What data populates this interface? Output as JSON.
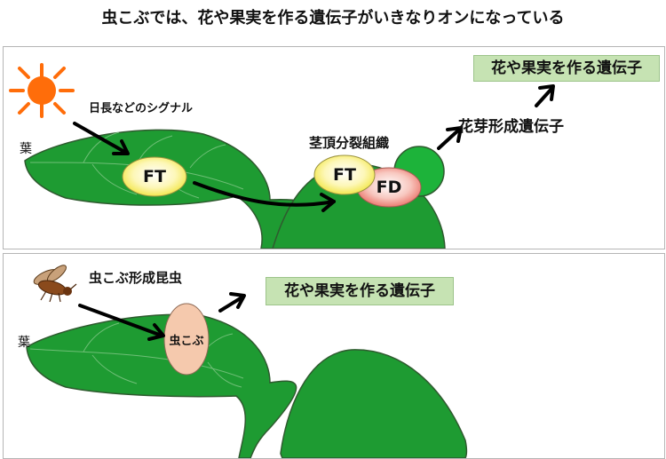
{
  "title": "虫こぶでは、花や果実を作る遺伝子がいきなりオンになっている",
  "top": {
    "leaf_label": "葉",
    "signal_label": "日長などのシグナル",
    "ft_label": "FT",
    "apex_label": "茎頂分裂組織",
    "ft2_label": "FT",
    "fd_label": "FD",
    "flower_bud_gene": "花芽形成遺伝子",
    "result_box": "花や果実を作る遺伝子"
  },
  "bottom": {
    "insect_label": "虫こぶ形成昆虫",
    "leaf_label": "葉",
    "gall_label": "虫こぶ",
    "result_box": "花や果実を作る遺伝子"
  },
  "colors": {
    "leaf": "#1e9b32",
    "leaf_outline": "#2f5a2f",
    "sun": "#ff6d0a",
    "bud": "#1db33a",
    "gall": "#f5c9ad",
    "result_box": "#c6e3b3"
  },
  "icons": [
    "sun-icon",
    "insect-icon"
  ]
}
